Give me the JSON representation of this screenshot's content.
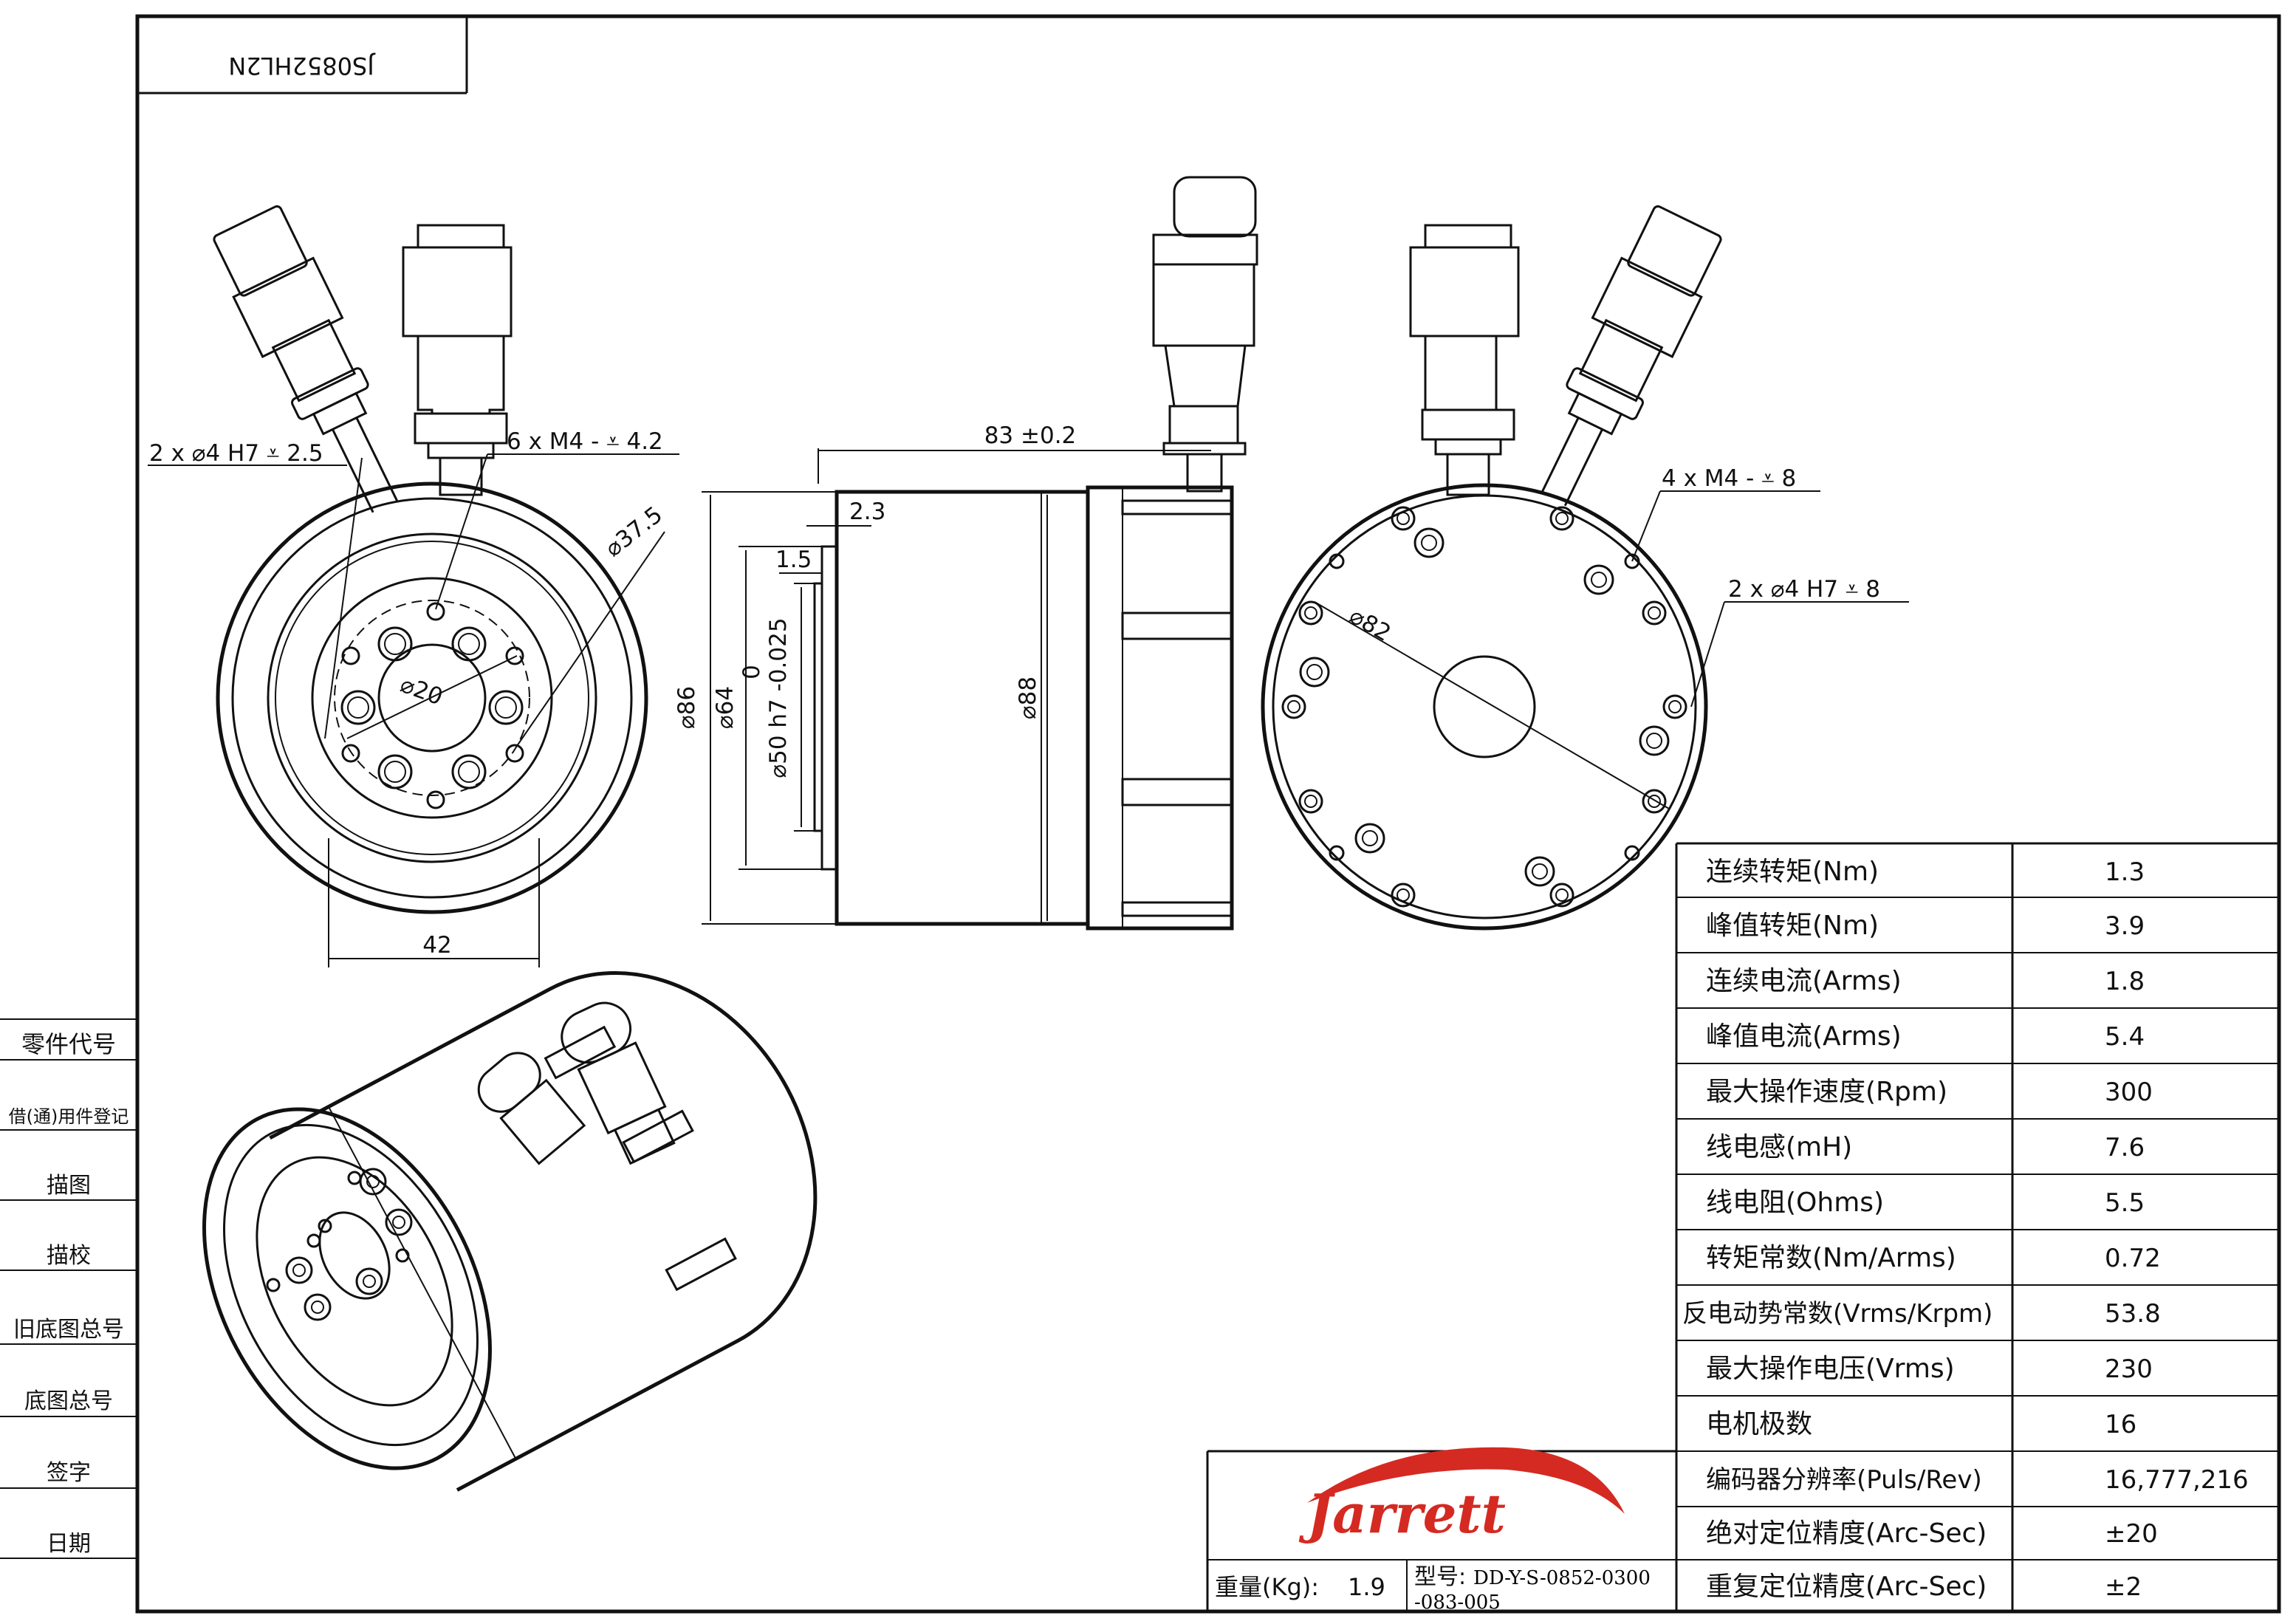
{
  "title_block": {
    "drawing_id": "JS0852HL2N",
    "weight_label": "重量(Kg):",
    "weight_value": "1.9",
    "model_label": "型号:",
    "model_value_1": "DD-Y-S-0852-0300",
    "model_value_2": "-083-005",
    "brand": "Jarrett",
    "brand_color": "#d42a22"
  },
  "side_labels": [
    "零件代号",
    "借(通)用件登记",
    "描图",
    "描校",
    "旧底图总号",
    "底图总号",
    "签字",
    "日期"
  ],
  "dimensions": {
    "front_pins": "2 x ⌀4 H7 ⩡ 2.5",
    "front_threads": "6 x M4 - ⩡ 4.2",
    "front_pcd": "⌀37.5",
    "front_bore": "⌀20",
    "front_width": "42",
    "side_length": "83 ±0.2",
    "side_step_1": "2.3",
    "side_step_2": "1.5",
    "side_dia_86": "⌀86",
    "side_dia_64": "⌀64",
    "side_tol_zero": "0",
    "side_dia_50": "⌀50 h7 -0.025",
    "side_dia_88": "⌀88",
    "rear_threads": "4 x M4 - ⩡ 8",
    "rear_pins": "2 x ⌀4 H7 ⩡ 8",
    "rear_pcd": "⌀82"
  },
  "spec_table": [
    {
      "label": "连续转矩(Nm)",
      "value": "1.3"
    },
    {
      "label": "峰值转矩(Nm)",
      "value": "3.9"
    },
    {
      "label": "连续电流(Arms)",
      "value": "1.8"
    },
    {
      "label": "峰值电流(Arms)",
      "value": "5.4"
    },
    {
      "label": "最大操作速度(Rpm)",
      "value": "300"
    },
    {
      "label": "线电感(mH)",
      "value": "7.6"
    },
    {
      "label": "线电阻(Ohms)",
      "value": "5.5"
    },
    {
      "label": "转矩常数(Nm/Arms)",
      "value": "0.72"
    },
    {
      "label": "反电动势常数(Vrms/Krpm)",
      "value": "53.8"
    },
    {
      "label": "最大操作电压(Vrms)",
      "value": "230"
    },
    {
      "label": "电机极数",
      "value": "16"
    },
    {
      "label": "编码器分辨率(Puls/Rev)",
      "value": "16,777,216"
    },
    {
      "label": "绝对定位精度(Arc-Sec)",
      "value": "±20"
    },
    {
      "label": "重复定位精度(Arc-Sec)",
      "value": "±2"
    }
  ]
}
